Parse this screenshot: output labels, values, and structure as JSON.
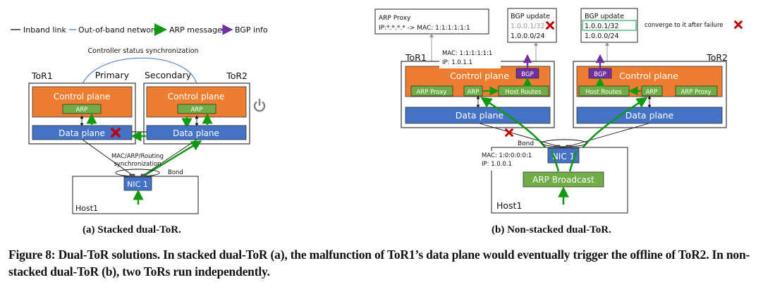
{
  "legend": {
    "items": [
      {
        "label": "Inband link",
        "kind": "line",
        "color": "#222222"
      },
      {
        "label": "Out-of-band network",
        "kind": "line",
        "color": "#4472c4"
      },
      {
        "label": "ARP message",
        "kind": "arrow",
        "color": "#119911"
      },
      {
        "label": "BGP info",
        "kind": "arrow",
        "color": "#7030a0"
      }
    ]
  },
  "colors": {
    "control_plane": "#ed7d31",
    "data_plane": "#4472c4",
    "module_green": "#70ad47",
    "bgp_purple": "#7030a0",
    "arp_arrow": "#119911",
    "failure_x": "#c00000",
    "oob_line": "#4472c4",
    "highlight_box": "#33aa66",
    "power_icon": "#808080"
  },
  "stacked": {
    "sync_label": "Controller status synchronization",
    "tor1": {
      "name": "ToR1",
      "role": "Primary",
      "control_plane": "Control plane",
      "arp": "ARP",
      "data_plane": "Data plane",
      "failed": true
    },
    "tor2": {
      "name": "ToR2",
      "role": "Secondary",
      "control_plane": "Control plane",
      "arp": "ARP",
      "data_plane": "Data plane",
      "power_icon": "power-off"
    },
    "sync_note_line1": "MAC/ARP/Routing",
    "sync_note_line2": "synchronization",
    "bond": "Bond",
    "nic": "NIC 1",
    "host": "Host1",
    "subcaption": "(a) Stacked dual-ToR."
  },
  "nonstacked": {
    "arp_proxy_box": {
      "title": "ARP Proxy",
      "rule": "IP:*.*.*.* -> MAC: 1:1:1:1:1:1"
    },
    "bgp_update_tor1": {
      "title": "BGP update",
      "routes": [
        {
          "prefix": "1.0.0.1/32",
          "withdrawn": true
        },
        {
          "prefix": "1.0.0.0/24",
          "withdrawn": false
        }
      ]
    },
    "bgp_update_tor2": {
      "title": "BGP update",
      "routes": [
        {
          "prefix": "1.0.0.1/32",
          "highlighted": true
        },
        {
          "prefix": "1.0.0.0/24",
          "highlighted": false
        }
      ]
    },
    "converge_note": "converge to it after failure",
    "tor1": {
      "name": "ToR1",
      "mac": "MAC: 1:1:1:1:1:1",
      "ip": "IP: 1.0.1.1",
      "control_plane": "Control plane",
      "bgp": "BGP",
      "arp_proxy": "ARP Proxy",
      "arp": "ARP",
      "host_routes": "Host Routes",
      "data_plane": "Data plane"
    },
    "tor2": {
      "name": "ToR2",
      "control_plane": "Control plane",
      "bgp": "BGP",
      "host_routes": "Host Routes",
      "arp": "ARP",
      "arp_proxy": "ARP Proxy",
      "data_plane": "Data plane"
    },
    "bond": "Bond",
    "host_mac": "MAC: 1:0:0:0:0:1",
    "host_ip": "IP: 1.0.0.1",
    "nic": "NIC 1",
    "arp_broadcast": "ARP Broadcast",
    "host": "Host1",
    "subcaption": "(b) Non-stacked dual-ToR."
  },
  "figure_caption": "Figure 8: Dual-ToR solutions. In stacked dual-ToR (a), the malfunction of ToR1’s data plane would eventually trigger the offline of ToR2. In non-stacked dual-ToR (b), two ToRs run independently."
}
